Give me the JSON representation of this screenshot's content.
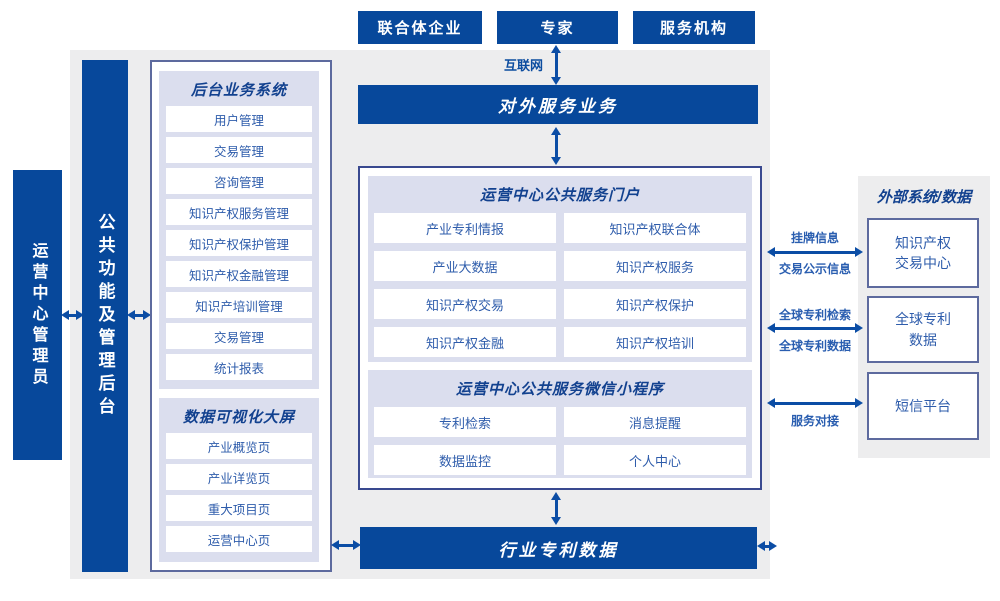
{
  "top_actors": [
    {
      "label": "联合体企业"
    },
    {
      "label": "专家"
    },
    {
      "label": "服务机构"
    }
  ],
  "internet_label": "互联网",
  "bars": {
    "external_service": "对外服务业务",
    "industry_patent_data": "行业专利数据"
  },
  "left": {
    "admin": "运营中心管理员",
    "public_backend": "公共功能及管理后台"
  },
  "backend_system": {
    "title": "后台业务系统",
    "items": [
      "用户管理",
      "交易管理",
      "咨询管理",
      "知识产权服务管理",
      "知识产权保护管理",
      "知识产权金融管理",
      "知识产培训管理",
      "交易管理",
      "统计报表"
    ]
  },
  "data_dashboard": {
    "title": "数据可视化大屏",
    "items": [
      "产业概览页",
      "产业详览页",
      "重大项目页",
      "运营中心页"
    ]
  },
  "portal": {
    "title": "运营中心公共服务门户",
    "items": [
      "产业专利情报",
      "知识产权联合体",
      "产业大数据",
      "知识产权服务",
      "知识产权交易",
      "知识产权保护",
      "知识产权金融",
      "知识产权培训"
    ]
  },
  "miniprogram": {
    "title": "运营中心公共服务微信小程序",
    "items": [
      "专利检索",
      "消息提醒",
      "数据监控",
      "个人中心"
    ]
  },
  "external_systems": {
    "title": "外部系统/数据",
    "boxes": [
      {
        "line1": "知识产权",
        "line2": "交易中心"
      },
      {
        "line1": "全球专利",
        "line2": "数据"
      },
      {
        "line1": "短信平台"
      }
    ]
  },
  "link_labels": {
    "listing_info": "挂牌信息",
    "trade_publicity": "交易公示信息",
    "global_patent_search": "全球专利检索",
    "global_patent_data": "全球专利数据",
    "service_connect": "服务对接"
  },
  "colors": {
    "primary_blue": "#07489b",
    "arrow_blue": "#0b4da5",
    "panel_lavender": "#dbdeee",
    "panel_gray": "#ededee",
    "item_text": "#2e5cab",
    "title_text": "#12418f"
  }
}
